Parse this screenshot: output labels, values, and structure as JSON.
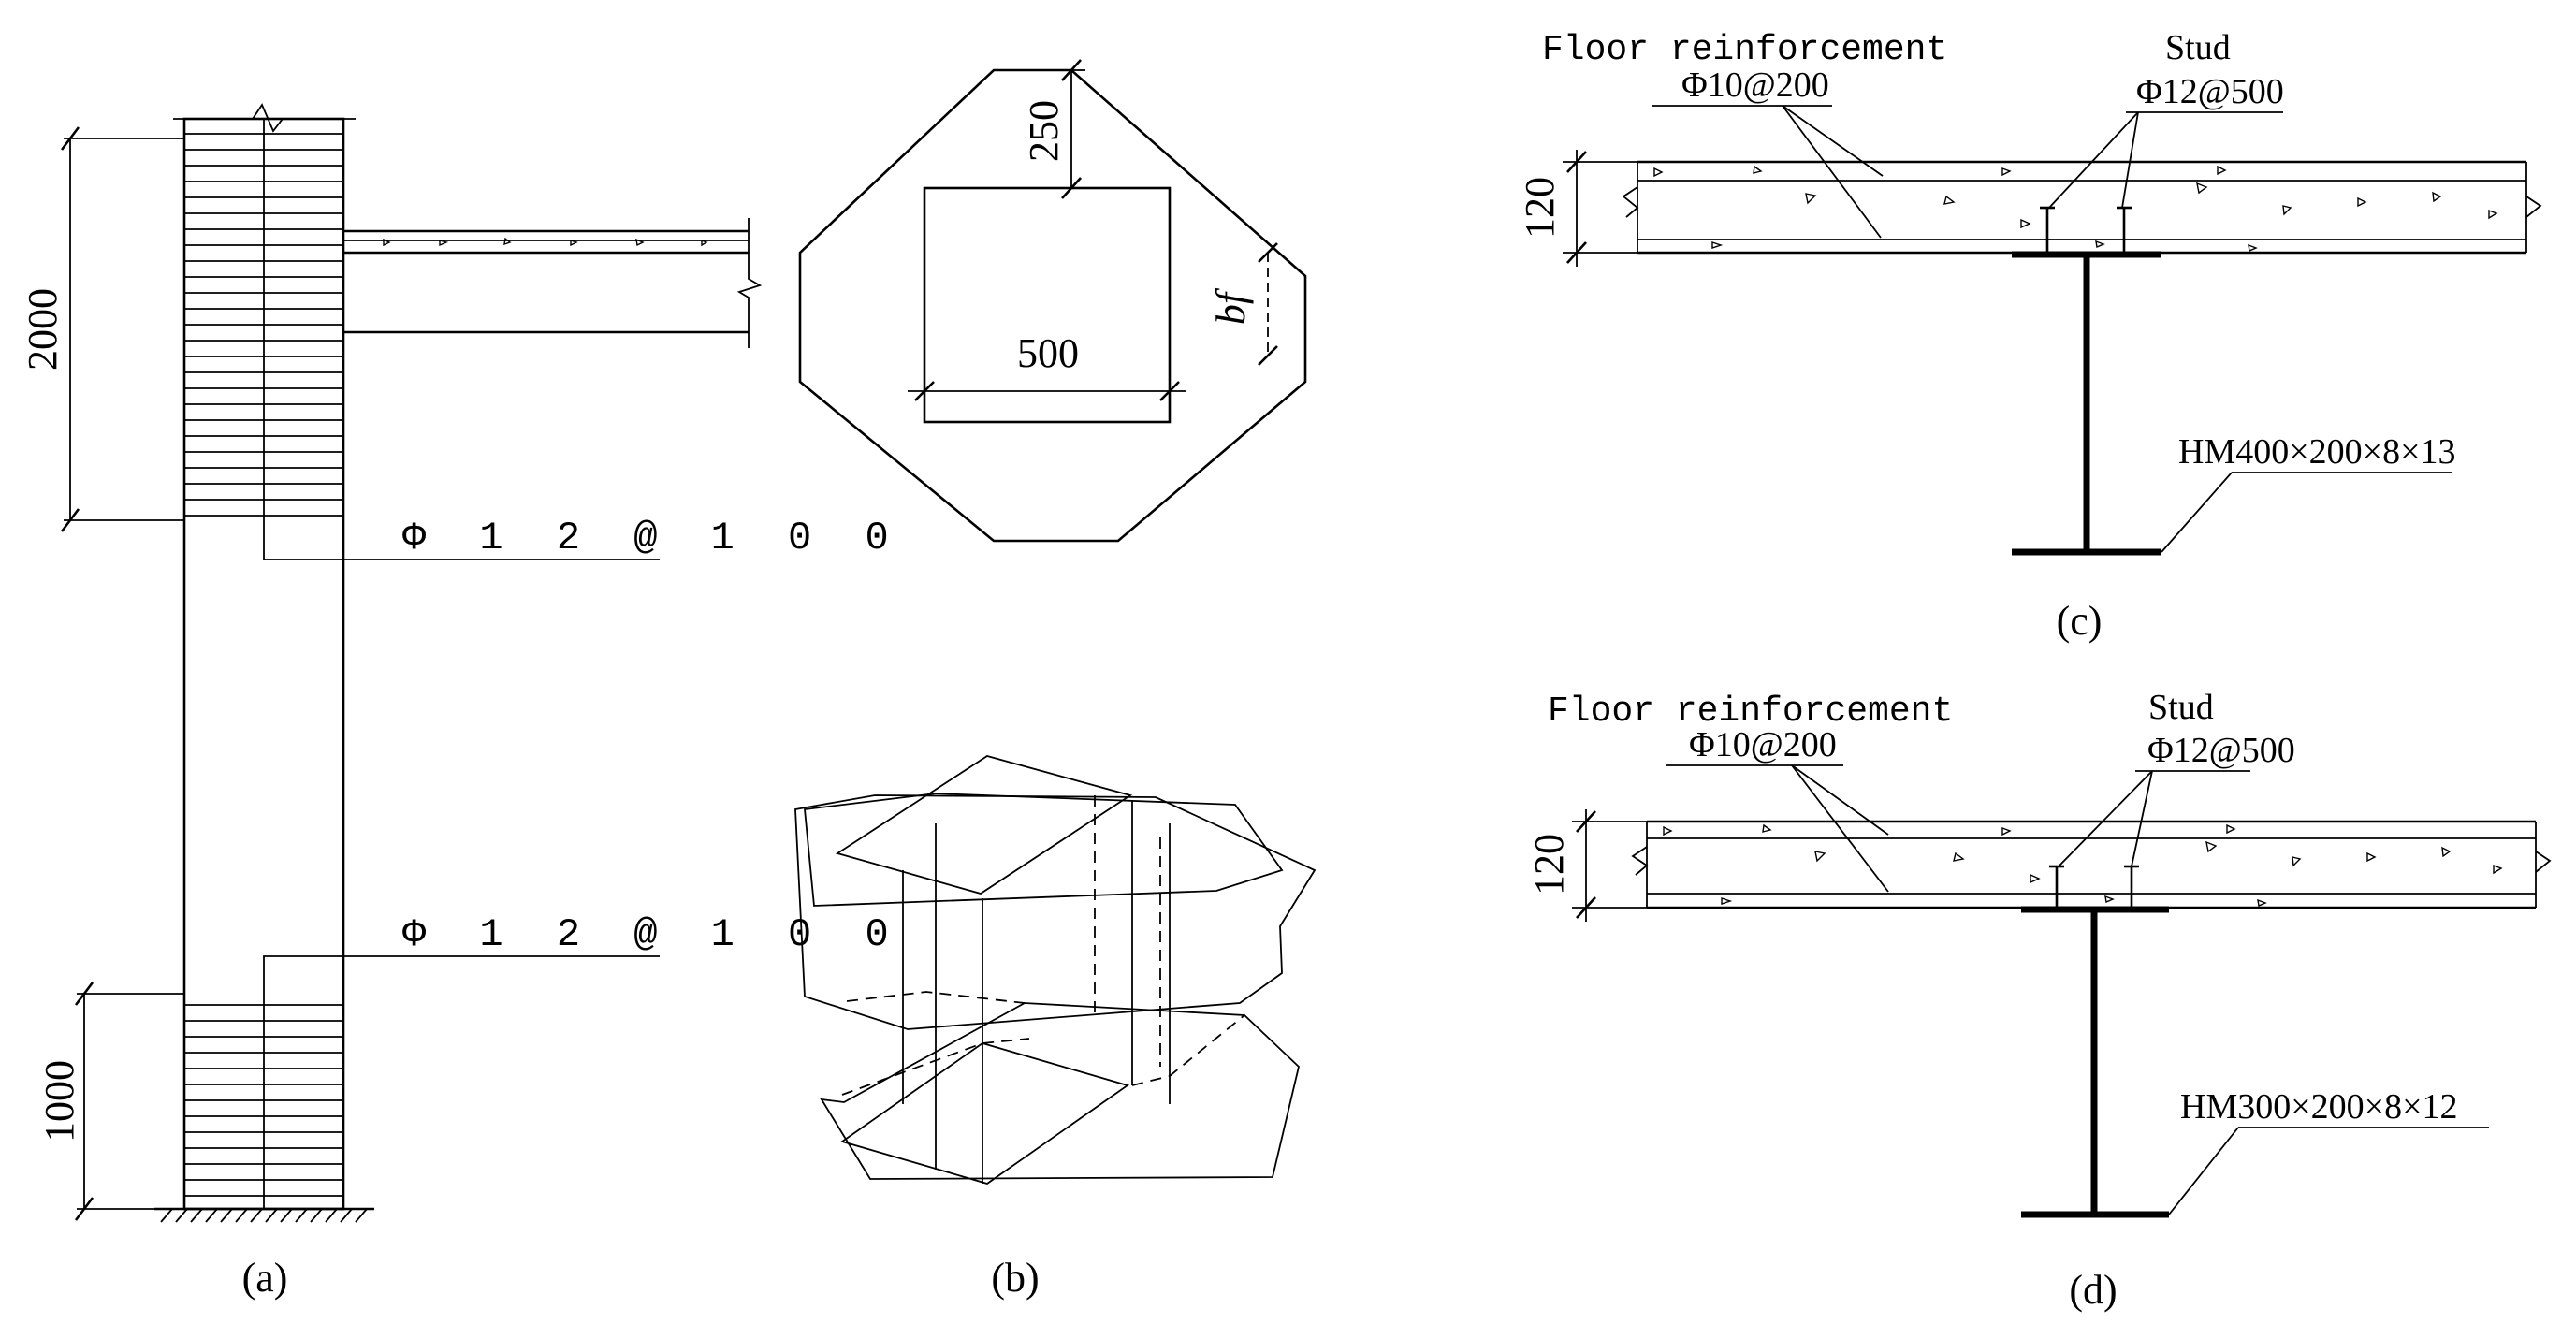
{
  "panel_a": {
    "caption": "(a)",
    "dim_top": "2000",
    "dim_bottom": "1000",
    "rebar_upper": "Φ 1 2 @ 1 0 0",
    "rebar_lower": "Φ 1 2 @ 1 0 0"
  },
  "panel_b": {
    "caption": "(b)",
    "dim_250": "250",
    "dim_500": "500",
    "dim_bf": "bf"
  },
  "panel_c": {
    "caption": "(c)",
    "floor_label": "Floor reinforcement",
    "floor_rebar": "Φ10@200",
    "stud_label": "Stud",
    "stud_spec": "Φ12@500",
    "thickness": "120",
    "section": "HM400×200×8×13"
  },
  "panel_d": {
    "caption": "(d)",
    "floor_label": "Floor reinforcement",
    "floor_rebar": "Φ10@200",
    "stud_label": "Stud",
    "stud_spec": "Φ12@500",
    "thickness": "120",
    "section": "HM300×200×8×12"
  }
}
